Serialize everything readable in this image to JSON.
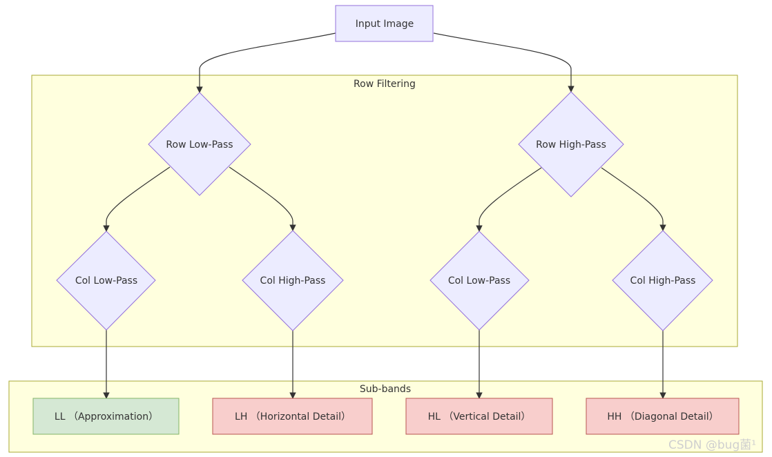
{
  "diagram": {
    "clusters": {
      "row_filtering": "Row Filtering",
      "sub_bands": "Sub-bands"
    },
    "nodes": {
      "input": "Input Image",
      "row_low": "Row Low-Pass",
      "row_high": "Row High-Pass",
      "col_low_1": "Col Low-Pass",
      "col_high_1": "Col High-Pass",
      "col_low_2": "Col Low-Pass",
      "col_high_2": "Col High-Pass",
      "ll": "LL （Approximation）",
      "lh": "LH （Horizontal Detail）",
      "hl": "HL （Vertical Detail）",
      "hh": "HH （Diagonal Detail）"
    },
    "colors": {
      "cluster_fill": "#ffffde",
      "cluster_stroke": "#aaaa33",
      "node_fill": "#ececff",
      "node_stroke": "#9370db",
      "approx_fill": "#d5e8d4",
      "approx_stroke": "#82b366",
      "detail_fill": "#f8cecc",
      "detail_stroke": "#b85450",
      "edge": "#333333"
    }
  },
  "watermark": "CSDN @bug菌¹"
}
